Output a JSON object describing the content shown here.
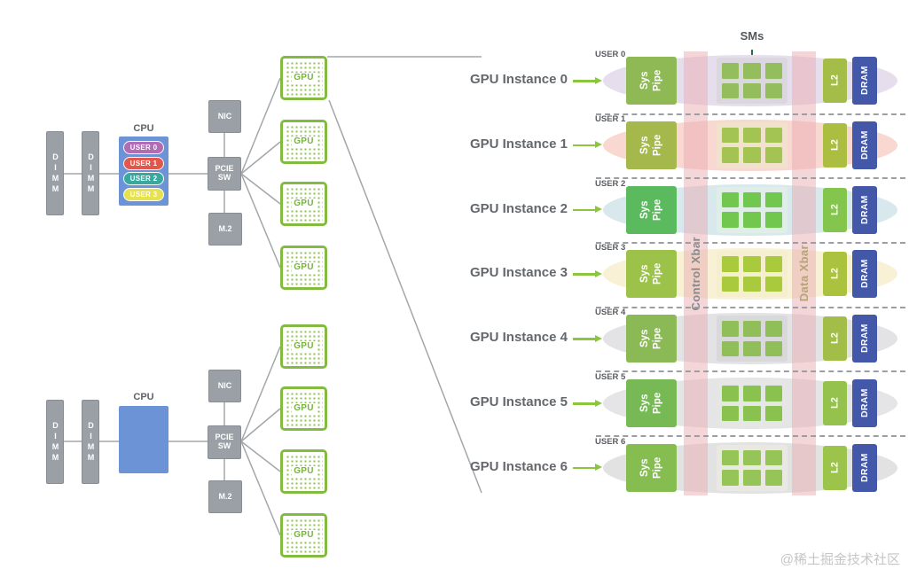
{
  "left": {
    "dimm_label": "DIMM",
    "cpu_label": "CPU",
    "nic_label": "NIC",
    "pcie_sw_label": "PCIE\nSW",
    "m2_label": "M.2",
    "gpu_label": "GPU",
    "users": [
      {
        "label": "USER 0",
        "color": "#b06cb4"
      },
      {
        "label": "USER 1",
        "color": "#e2574c"
      },
      {
        "label": "USER 2",
        "color": "#3aa89e"
      },
      {
        "label": "USER 3",
        "color": "#e6e14e"
      }
    ]
  },
  "panel": {
    "sms_label": "SMs",
    "control_xbar_label": "Control Xbar",
    "data_xbar_label": "Data Xbar",
    "instances": [
      {
        "label": "GPU Instance 0",
        "user_label": "USER 0",
        "pipe_label": "Sys\nPipe",
        "l2_label": "L2",
        "dram_label": "DRAM",
        "colors": {
          "ellipse": "#e6deec",
          "pipe": "#8eb954",
          "sm": "#94be5e",
          "sm_box": "#dbd7de",
          "l2": "#a4bd48",
          "dram": "#4358a8"
        }
      },
      {
        "label": "GPU Instance 1",
        "user_label": "USER 1",
        "pipe_label": "Sys\nPipe",
        "l2_label": "L2",
        "dram_label": "DRAM",
        "colors": {
          "ellipse": "#f8d8d0",
          "pipe": "#a4b84c",
          "sm": "#a3c353",
          "sm_box": "#f0e2cd",
          "l2": "#abbe42",
          "dram": "#4358a8"
        }
      },
      {
        "label": "GPU Instance 2",
        "user_label": "USER 2",
        "pipe_label": "Sys\nPipe",
        "l2_label": "L2",
        "dram_label": "DRAM",
        "colors": {
          "ellipse": "#d8e8ed",
          "pipe": "#5cba5e",
          "sm": "#72c84f",
          "sm_box": "#dfeee7",
          "l2": "#83c54d",
          "dram": "#4358a8"
        }
      },
      {
        "label": "GPU Instance 3",
        "user_label": "USER 3",
        "pipe_label": "Sys\nPipe",
        "l2_label": "L2",
        "dram_label": "DRAM",
        "colors": {
          "ellipse": "#f8f1d5",
          "pipe": "#9cc24a",
          "sm": "#a9ca3c",
          "sm_box": "#f5efd0",
          "l2": "#abc23e",
          "dram": "#4358a8"
        }
      },
      {
        "label": "GPU Instance 4",
        "user_label": "USER 4",
        "pipe_label": "Sys\nPipe",
        "l2_label": "L2",
        "dram_label": "DRAM",
        "colors": {
          "ellipse": "#e3e3e6",
          "pipe": "#8bb956",
          "sm": "#90bf5a",
          "sm_box": "#d9d9dc",
          "l2": "#a3bd49",
          "dram": "#4358a8"
        }
      },
      {
        "label": "GPU Instance 5",
        "user_label": "USER 5",
        "pipe_label": "Sys\nPipe",
        "l2_label": "L2",
        "dram_label": "DRAM",
        "colors": {
          "ellipse": "#e5e5e7",
          "pipe": "#77ba55",
          "sm": "#89c24e",
          "sm_box": "#e4e7e4",
          "l2": "#94c24c",
          "dram": "#4358a8"
        }
      },
      {
        "label": "GPU Instance 6",
        "user_label": "USER 6",
        "pipe_label": "Sys\nPipe",
        "l2_label": "L2",
        "dram_label": "DRAM",
        "colors": {
          "ellipse": "#e2e2e2",
          "pipe": "#85bd51",
          "sm": "#95c556",
          "sm_box": "#eae8e2",
          "l2": "#9cc44a",
          "dram": "#4358a8"
        }
      }
    ]
  },
  "colors": {
    "accent_green": "#8cc63e",
    "chip_green": "#82bb3f",
    "box_gray": "#9aa0a5",
    "cpu_blue": "#6b93d6",
    "dram_blue": "#4358a8",
    "band_pink": "rgba(233,172,178,0.5)",
    "wire_gray": "#a3a7ab",
    "control_xbar_text": "#87898d",
    "data_xbar_text": "#b5a478",
    "sms_arrow_green": "#2c6e49"
  },
  "watermark": "@稀土掘金技术社区"
}
